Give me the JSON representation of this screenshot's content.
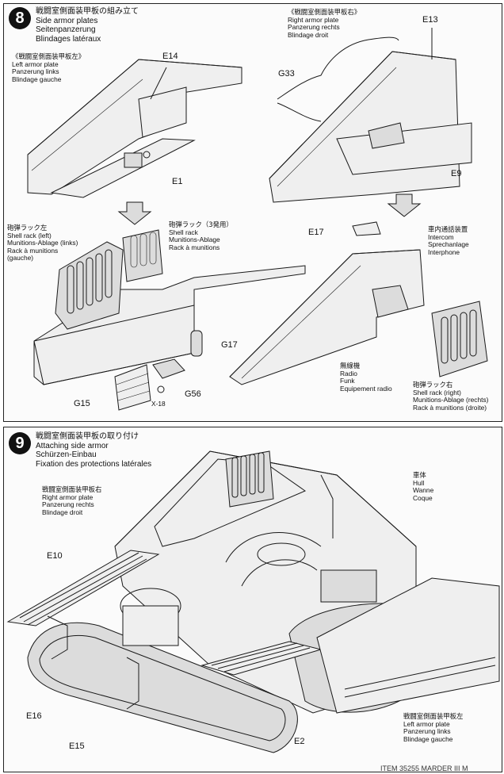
{
  "step8": {
    "number": "8",
    "title_jp": "戦闘室側面装甲板の組み立て",
    "title_en": "Side armor plates",
    "title_de": "Seitenpanzerung",
    "title_fr": "Blindages latéraux",
    "left_plate": {
      "jp": "《戦闘室側面装甲板左》",
      "en": "Left armor plate",
      "de": "Panzerung links",
      "fr": "Blindage gauche"
    },
    "right_plate": {
      "jp": "《戦闘室側面装甲板右》",
      "en": "Right armor plate",
      "de": "Panzerung rechts",
      "fr": "Blindage droit"
    },
    "shell_rack_left": {
      "jp": "砲弾ラック左",
      "en": "Shell rack (left)",
      "de": "Munitions-Ablage (links)",
      "fr1": "Rack à munitions",
      "fr2": "(gauche)"
    },
    "shell_rack_3": {
      "jp": "砲弾ラック（3発用）",
      "en": "Shell rack",
      "de": "Munitions-Ablage",
      "fr": "Rack à munitions"
    },
    "intercom": {
      "jp": "車内通話装置",
      "en": "Intercom",
      "de": "Sprechanlage",
      "fr": "Interphone"
    },
    "radio": {
      "jp": "無線機",
      "en": "Radio",
      "de": "Funk",
      "fr": "Equipement radio"
    },
    "shell_rack_right": {
      "jp": "砲弾ラック右",
      "en": "Shell rack (right)",
      "de": "Munitions-Ablage (rechts)",
      "fr": "Rack à munitions (droite)"
    },
    "parts": {
      "e14": "E14",
      "e1": "E1",
      "e13": "E13",
      "g33": "G33",
      "e9": "E9",
      "e17": "E17",
      "g17": "G17",
      "g15": "G15",
      "g56": "G56",
      "x18": "X-18"
    }
  },
  "step9": {
    "number": "9",
    "title_jp": "戦闘室側面装甲板の取り付け",
    "title_en": "Attaching side armor",
    "title_de": "Schürzen-Einbau",
    "title_fr": "Fixation des protections latérales",
    "right_plate": {
      "jp": "戦闘室側面装甲板右",
      "en": "Right armor plate",
      "de": "Panzerung rechts",
      "fr": "Blindage droit"
    },
    "hull": {
      "jp": "車体",
      "en": "Hull",
      "de": "Wanne",
      "fr": "Coque"
    },
    "left_plate": {
      "jp": "戦闘室側面装甲板左",
      "en": "Left armor plate",
      "de": "Panzerung links",
      "fr": "Blindage gauche"
    },
    "parts": {
      "e10": "E10",
      "e16": "E16",
      "e15": "E15",
      "e2": "E2"
    }
  },
  "footer": "ITEM 35255  MARDER III M"
}
